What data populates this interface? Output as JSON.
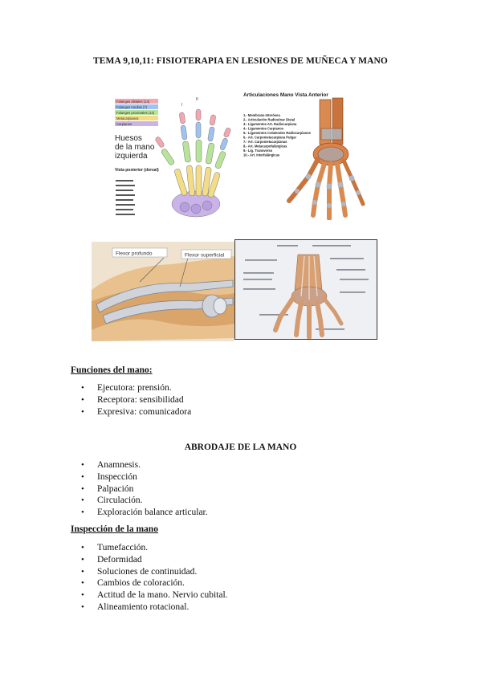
{
  "document": {
    "title": "TEMA 9,10,11: FISIOTERAPIA EN LESIONES DE MUÑECA Y MANO"
  },
  "figures": {
    "bones": {
      "legend": [
        "Falanges distales (14)",
        "Falanges medias (7)",
        "Falanges proximales (14)",
        "Metacarpianos",
        "Carpianos"
      ],
      "legend_colors": [
        "#f4a7b0",
        "#9fc3f0",
        "#b8e39a",
        "#f2dd86",
        "#c9b3e8"
      ],
      "title_lines": [
        "Huesos",
        "de la mano",
        "izquierda"
      ],
      "view_label": "Vista posterior (dorsal)",
      "finger_roman": [
        "I",
        "II"
      ]
    },
    "joints": {
      "title": "Articulaciones Mano Vista Anterior",
      "items": [
        "1.- Membrana Interósea",
        "2.- Articulación Radioulnar Distal",
        "3.- Ligamentos Art. Radiocarpiana",
        "4.- Ligamentos Carpianos",
        "5.- Ligamentos Colaterales Radiocarpianos",
        "6.- Art. Carpometacarpiana Pulgar",
        "7.- Art. Carpometacarpianas",
        "8.- Art. Metacarpofalángicas",
        "9.- Lig. Transverso",
        "10.- Art. Interfalángicas"
      ]
    },
    "flexor": {
      "label_deep": "Flexor profundo",
      "label_superficial": "Flexor superficial"
    }
  },
  "sections": {
    "funciones": {
      "heading": "Funciones del mano:",
      "items": [
        "Ejecutora: prensión.",
        "Receptora: sensibilidad",
        "Expresiva: comunicadora"
      ]
    },
    "abordaje": {
      "heading": "ABRODAJE DE LA MANO",
      "items": [
        "Anamnesis.",
        "Inspección",
        "Palpación",
        "Circulación.",
        "Exploración balance articular."
      ]
    },
    "inspeccion": {
      "heading": "Inspección de la mano",
      "items": [
        "Tumefacción.",
        "Deformidad",
        "Soluciones de continuidad.",
        "Cambios de coloración.",
        "Actitud de la mano. Nervio cubital.",
        "Alineamiento rotacional."
      ]
    }
  }
}
